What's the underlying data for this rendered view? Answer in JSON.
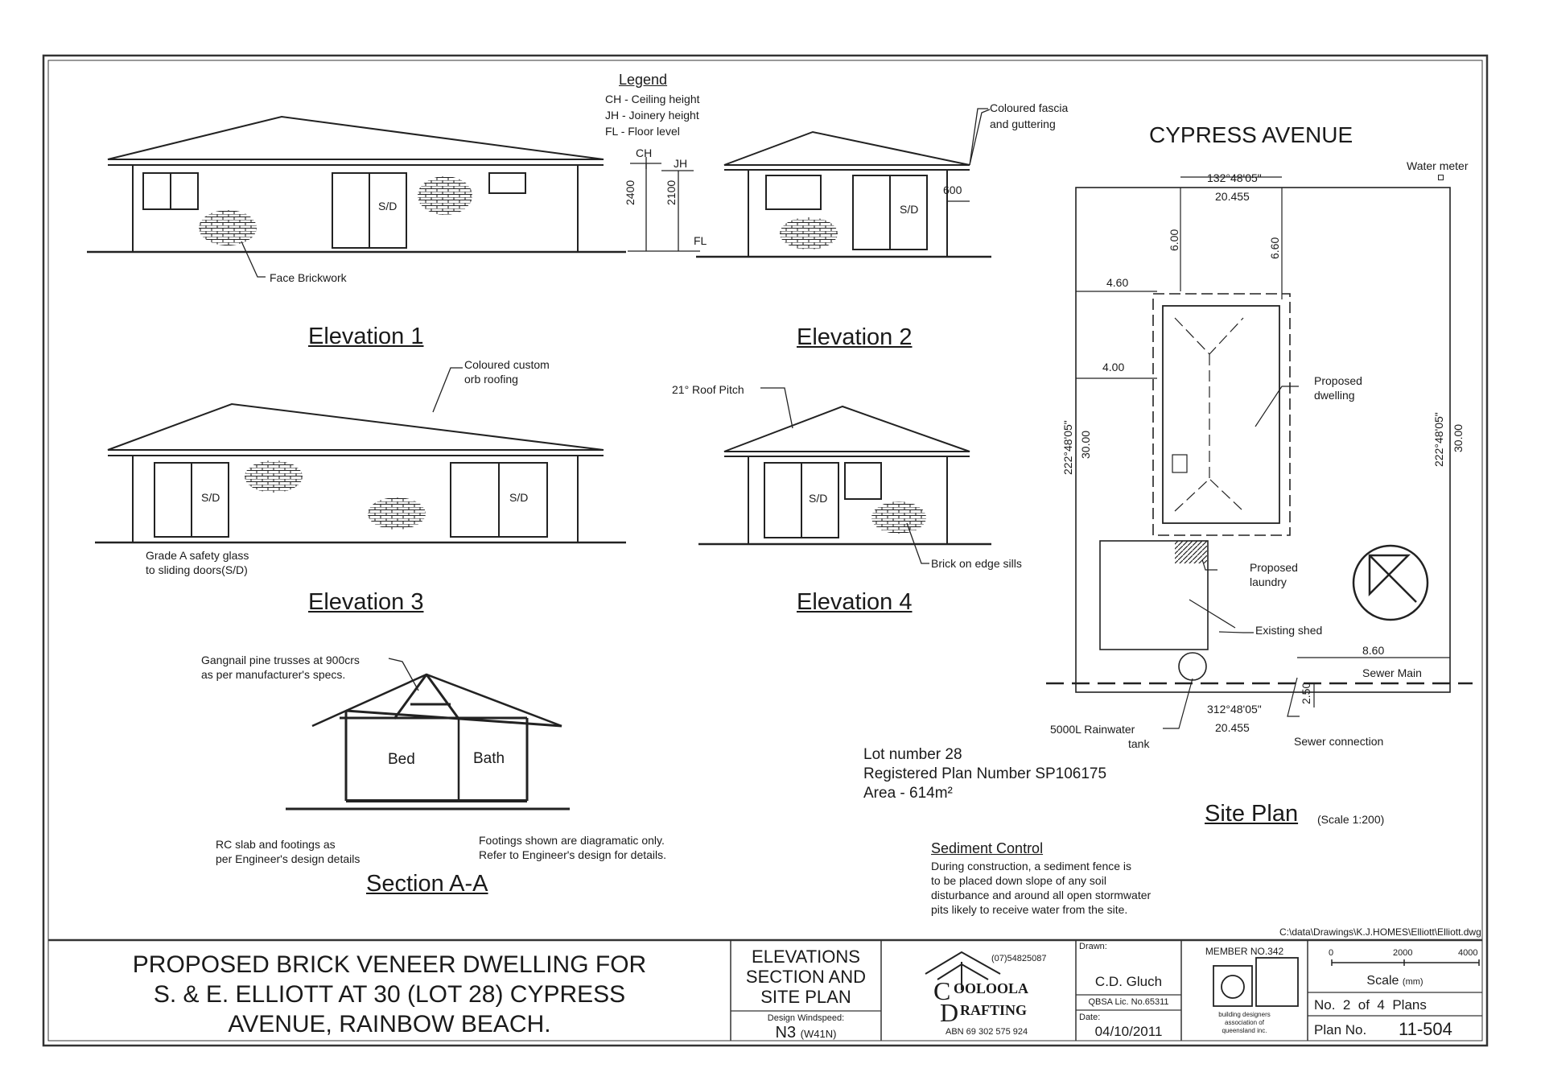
{
  "legend": {
    "title": "Legend",
    "items": [
      "CH - Ceiling height",
      "JH - Joinery height",
      "FL - Floor level"
    ]
  },
  "markers": {
    "ch": "CH",
    "jh": "JH",
    "fl": "FL",
    "dim_2400": "2400",
    "dim_2100": "2100",
    "dim_600": "600",
    "door": "S/D"
  },
  "elevations": {
    "e1": "Elevation 1",
    "e2": "Elevation 2",
    "e3": "Elevation 3",
    "e4": "Elevation 4",
    "section": "Section A-A"
  },
  "notes": {
    "face_brick": "Face Brickwork",
    "fascia_1": "Coloured fascia",
    "fascia_2": "and guttering",
    "roofing_1": "Coloured custom",
    "roofing_2": "orb roofing",
    "pitch": "21° Roof Pitch",
    "glass_1": "Grade A safety glass",
    "glass_2": "to sliding doors(S/D)",
    "sills": "Brick on edge sills",
    "trusses_1": "Gangnail pine trusses at 900crs",
    "trusses_2": "as per manufacturer's specs.",
    "bed": "Bed",
    "bath": "Bath",
    "slab_1": "RC slab and footings as",
    "slab_2": "per Engineer's design details",
    "footings_1": "Footings shown are diagramatic only.",
    "footings_2": "Refer to Engineer's design for details."
  },
  "site": {
    "street": "CYPRESS AVENUE",
    "water_meter": "Water meter",
    "bearing_top": "132°48'05\"",
    "dim_top": "20.455",
    "dim_600": "6.00",
    "dim_660": "6.60",
    "dim_460": "4.60",
    "dim_400": "4.00",
    "bearing_left": "222°48'05\"",
    "dim_left": "30.00",
    "bearing_right": "222°48'05\"",
    "dim_right": "30.00",
    "dwelling_1": "Proposed",
    "dwelling_2": "dwelling",
    "laundry_1": "Proposed",
    "laundry_2": "laundry",
    "shed": "Existing shed",
    "dim_860": "8.60",
    "sewer_main": "Sewer Main",
    "dim_250": "2.50",
    "bearing_bottom": "312°48'05\"",
    "dim_bottom": "20.455",
    "tank_1": "5000L Rainwater",
    "tank_2": "tank",
    "sewer_conn": "Sewer connection",
    "title": "Site Plan",
    "scale": "(Scale 1:200)"
  },
  "lot": {
    "line1": "Lot number 28",
    "line2": "Registered Plan Number SP106175",
    "line3": "Area - 614m²"
  },
  "sediment": {
    "title": "Sediment Control",
    "lines": [
      "During construction, a sediment fence is",
      "to be placed down slope of any soil",
      "disturbance and around all open stormwater",
      "pits likely to receive water from the site."
    ]
  },
  "file_path": "C:\\data\\Drawings\\K.J.HOMES\\Elliott\\Elliott.dwg",
  "title_block": {
    "project_1": "PROPOSED BRICK VENEER DWELLING FOR",
    "project_2": "S. & E. ELLIOTT AT 30 (LOT 28) CYPRESS",
    "project_3": "AVENUE, RAINBOW BEACH.",
    "sheet_1": "ELEVATIONS",
    "sheet_2": "SECTION AND",
    "sheet_3": "SITE PLAN",
    "windspeed_label": "Design Windspeed:",
    "windspeed_value": "N3",
    "windspeed_sub": "(W41N)",
    "phone": "(07)54825087",
    "company_1": "OOLOOLA",
    "company_2": "RAFTING",
    "abn": "ABN 69 302 575 924",
    "drawn_label": "Drawn:",
    "drawn_value": "C.D. Gluch",
    "qbsa": "QBSA Lic. No.65311",
    "date_label": "Date:",
    "date_value": "04/10/2011",
    "member": "MEMBER NO.342",
    "assoc_1": "building designers",
    "assoc_2": "association of",
    "assoc_3": "queensland inc.",
    "scale_0": "0",
    "scale_2000": "2000",
    "scale_4000": "4000",
    "scale_label": "Scale",
    "scale_unit": "(mm)",
    "plans": "No.  2  of  4  Plans",
    "plan_no_label": "Plan No.",
    "plan_no_value": "11-504"
  }
}
